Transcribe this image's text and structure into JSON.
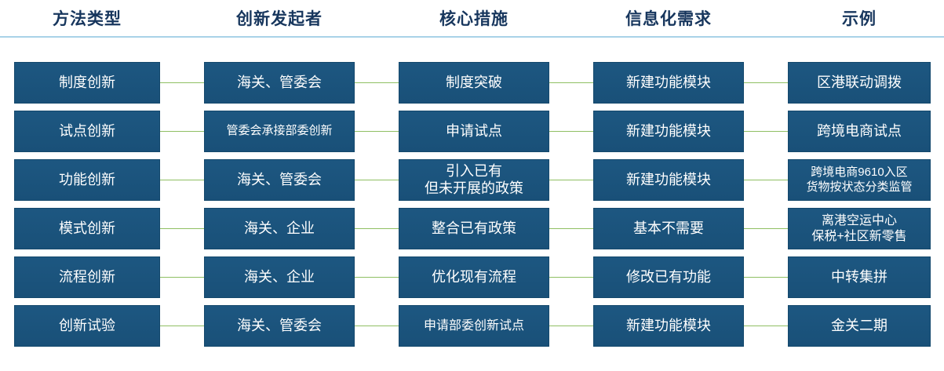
{
  "headers": [
    {
      "label": "方法类型"
    },
    {
      "label": "创新发起者"
    },
    {
      "label": "核心措施"
    },
    {
      "label": "信息化需求"
    },
    {
      "label": "示例"
    }
  ],
  "rows": [
    {
      "method_type": "制度创新",
      "initiator": "海关、管委会",
      "core_measure": "制度突破",
      "it_requirement": "新建功能模块",
      "example": "区港联动调拨"
    },
    {
      "method_type": "试点创新",
      "initiator": "管委会承接部委创新",
      "core_measure": "申请试点",
      "it_requirement": "新建功能模块",
      "example": "跨境电商试点"
    },
    {
      "method_type": "功能创新",
      "initiator": "海关、管委会",
      "core_measure": "引入已有\n但未开展的政策",
      "it_requirement": "新建功能模块",
      "example": "跨境电商9610入区\n货物按状态分类监管"
    },
    {
      "method_type": "模式创新",
      "initiator": "海关、企业",
      "core_measure": "整合已有政策",
      "it_requirement": "基本不需要",
      "example": "离港空运中心\n保税+社区新零售"
    },
    {
      "method_type": "流程创新",
      "initiator": "海关、企业",
      "core_measure": "优化现有流程",
      "it_requirement": "修改已有功能",
      "example": "中转集拼"
    },
    {
      "method_type": "创新试验",
      "initiator": "海关、管委会",
      "core_measure": "申请部委创新试点",
      "it_requirement": "新建功能模块",
      "example": "金关二期"
    }
  ],
  "colors": {
    "box_fill": "#1c5580",
    "header_text": "#17365d",
    "connector": "#8fbf63",
    "header_underline": "#a9d2e8"
  }
}
